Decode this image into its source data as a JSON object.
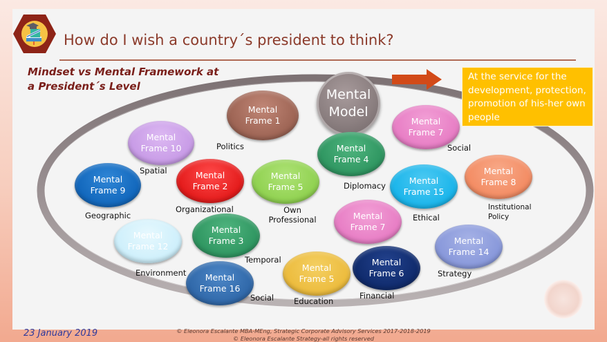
{
  "header": {
    "title": "How do I wish a country´s president to think?",
    "subtitle_line1": "Mindset vs Mental Framework at",
    "subtitle_line2": "a President´s Level",
    "logo_icon": "graduation-cap-diploma-icon"
  },
  "model": {
    "line1": "Mental",
    "line2": "Model"
  },
  "callout": {
    "text": "At the service for the development, protection, promotion of his-her own people",
    "color": "#ffc000"
  },
  "arrow": {
    "icon": "right-arrow-icon",
    "color": "#d24a18"
  },
  "frames": [
    {
      "line1": "Mental",
      "line2": "Frame 1",
      "label": "Politics",
      "color": "#9c6353"
    },
    {
      "line1": "Mental",
      "line2": "Frame 10",
      "label": "Spatial",
      "color": "#c79ae6"
    },
    {
      "line1": "Mental",
      "line2": "Frame 9",
      "label": "Geographic",
      "color": "#1166bb"
    },
    {
      "line1": "Mental",
      "line2": "Frame 2",
      "label": "Organizational",
      "color": "#e31a1a"
    },
    {
      "line1": "Mental",
      "line2": "Frame 5",
      "label": "Own Professional",
      "color": "#8fd14f"
    },
    {
      "line1": "Mental",
      "line2": "Frame 4",
      "label": "Diplomacy",
      "color": "#2e9560"
    },
    {
      "line1": "Mental",
      "line2": "Frame  7",
      "label": "Social",
      "color": "#e77cc4"
    },
    {
      "line1": "Mental",
      "line2": "Frame 15",
      "label": "Ethical",
      "color": "#18b4ea"
    },
    {
      "line1": "Mental",
      "line2": "Frame  8",
      "label": "Institutional Policy",
      "color": "#f38b62"
    },
    {
      "line1": "Mental",
      "line2": "Frame 12",
      "label": "Environment",
      "color": "#cdeffb"
    },
    {
      "line1": "Mental",
      "line2": "Frame 3",
      "label": "Temporal",
      "color": "#2e9560"
    },
    {
      "line1": "Mental",
      "line2": "Frame  7",
      "label": "",
      "color": "#e77cc4"
    },
    {
      "line1": "Mental",
      "line2": "Frame 14",
      "label": "Strategy",
      "color": "#8797da"
    },
    {
      "line1": "Mental",
      "line2": "Frame 16",
      "label": "Social",
      "color": "#2f67a8"
    },
    {
      "line1": "Mental",
      "line2": "Frame 5",
      "label": "Education",
      "color": "#ecbb3c"
    },
    {
      "line1": "Mental",
      "line2": "Frame 6",
      "label": "Financial",
      "color": "#0f2a6b"
    }
  ],
  "footer": {
    "date": "23 January 2019",
    "copyright1": "© Eleonora Escalante MBA-MEng, Strategic Corporate Advisory Services 2017-2018-2019",
    "copyright2": "© Eleonora Escalante Strategy-all rights reserved",
    "seal_icon": "signature-seal-icon"
  },
  "colors": {
    "title": "#8b3a2a",
    "subtitle": "#7a1f1a",
    "ring": "#8a8082",
    "background": "#f4f4f4"
  }
}
